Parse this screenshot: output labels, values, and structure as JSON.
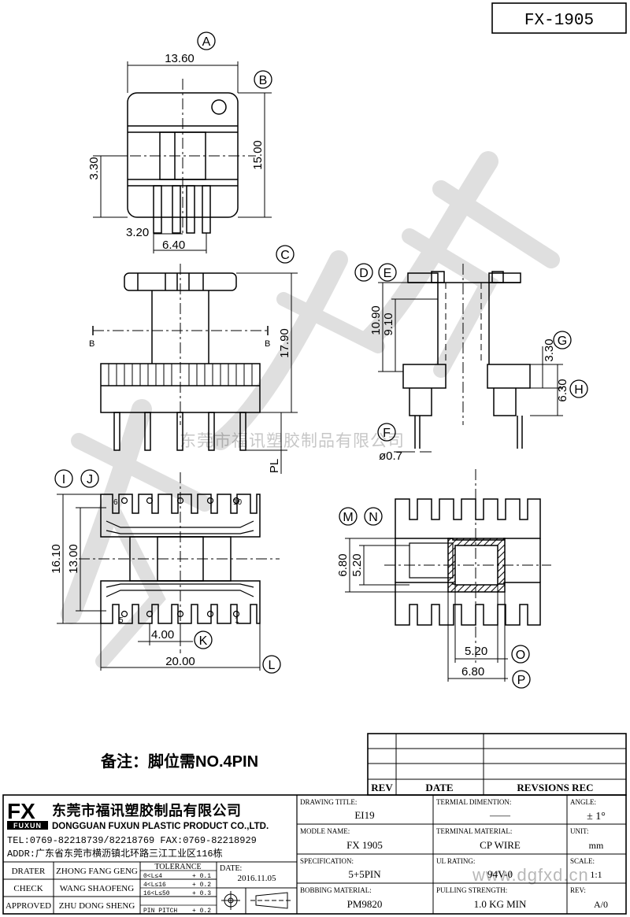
{
  "header": {
    "drawing_number": "FX-1905"
  },
  "dimensions": {
    "d_13_60": "13.60",
    "d_15_00": "15.00",
    "d_3_30a": "3.30",
    "d_3_20": "3.20",
    "d_6_40": "6.40",
    "d_17_90": "17.90",
    "d_pl": "PL",
    "d_10_90": "10.90",
    "d_9_10": "9.10",
    "d_3_30b": "3.30",
    "d_6_30": "6.30",
    "d_0_7": "ø0.7",
    "d_16_10": "16.10",
    "d_13_00": "13.00",
    "d_4_00": "4.00",
    "d_20_00": "20.00",
    "d_6_80a": "6.80",
    "d_5_20a": "5.20",
    "d_5_20b": "5.20",
    "d_6_80b": "6.80",
    "section_b": "B",
    "pin_5": "5",
    "pin_1": "1",
    "pin_10": "10",
    "pin_6": "6"
  },
  "callouts": [
    "A",
    "B",
    "C",
    "D",
    "E",
    "F",
    "G",
    "H",
    "I",
    "J",
    "K",
    "L",
    "M",
    "N",
    "O",
    "P"
  ],
  "watermark": {
    "text": "东莞市福讯塑胶制品有限公司"
  },
  "note": {
    "text": "备注：脚位需NO.4PIN"
  },
  "revision_table": {
    "headers": {
      "rev": "REV",
      "date": "DATE",
      "rec": "REVSIONS REC"
    }
  },
  "company": {
    "logo_text": "FX",
    "logo_sub": "FUXUN",
    "name_cn": "东莞市福讯塑胶制品有限公司",
    "name_en": "DONGGUAN FUXUN PLASTIC PRODUCT CO.,LTD.",
    "tel": "TEL:0769-82218739/82218769 FAX:0769-82218929",
    "addr": "ADDR:广东省东莞市横沥镇北环路三江工业区116栋"
  },
  "staff": {
    "drater_label": "DRATER",
    "drater": "ZHONG FANG GENG",
    "check_label": "CHECK",
    "check": "WANG SHAOFENG",
    "approved_label": "APPROVED",
    "approved": "ZHU DONG SHENG"
  },
  "tolerance": {
    "title": "TOLERANCE",
    "rows": [
      {
        "range": "0<L≤4",
        "value": "+ 0.1"
      },
      {
        "range": "4<L≤16",
        "value": "+ 0.2"
      },
      {
        "range": "16<L≤50",
        "value": "+ 0.3"
      },
      {
        "range": "PIN PITCH",
        "value": "+ 0.2"
      }
    ]
  },
  "date": {
    "label": "DATE:",
    "value": "2016.11.05"
  },
  "fields": {
    "drawing_title_label": "DRAWING TITLE:",
    "drawing_title": "EI19",
    "terminal_dimension_label": "TERMIAL DIMENTION:",
    "terminal_dimension": "——",
    "angle_label": "ANGLE:",
    "angle": "± 1°",
    "module_name_label": "MODLE NAME:",
    "module_name": "FX 1905",
    "terminal_material_label": "TERMINAL MATERIAL:",
    "terminal_material": "CP WIRE",
    "unit_label": "UNIT:",
    "unit": "mm",
    "specification_label": "SPECIFICATION:",
    "specification": "5+5PIN",
    "ul_rating_label": "UL RATING:",
    "ul_rating": "94V-0",
    "scale_label": "SCALE:",
    "scale": "1:1",
    "bobbin_material_label": "BOBBING MATERIAL:",
    "bobbin_material": "PM9820",
    "pulling_strength_label": "PULLING STRENGTH:",
    "pulling_strength": "1.0 KG MIN",
    "rev_label": "REV:",
    "rev": "A/0"
  },
  "site_watermark": {
    "text": "www.dgfxd.cn"
  }
}
